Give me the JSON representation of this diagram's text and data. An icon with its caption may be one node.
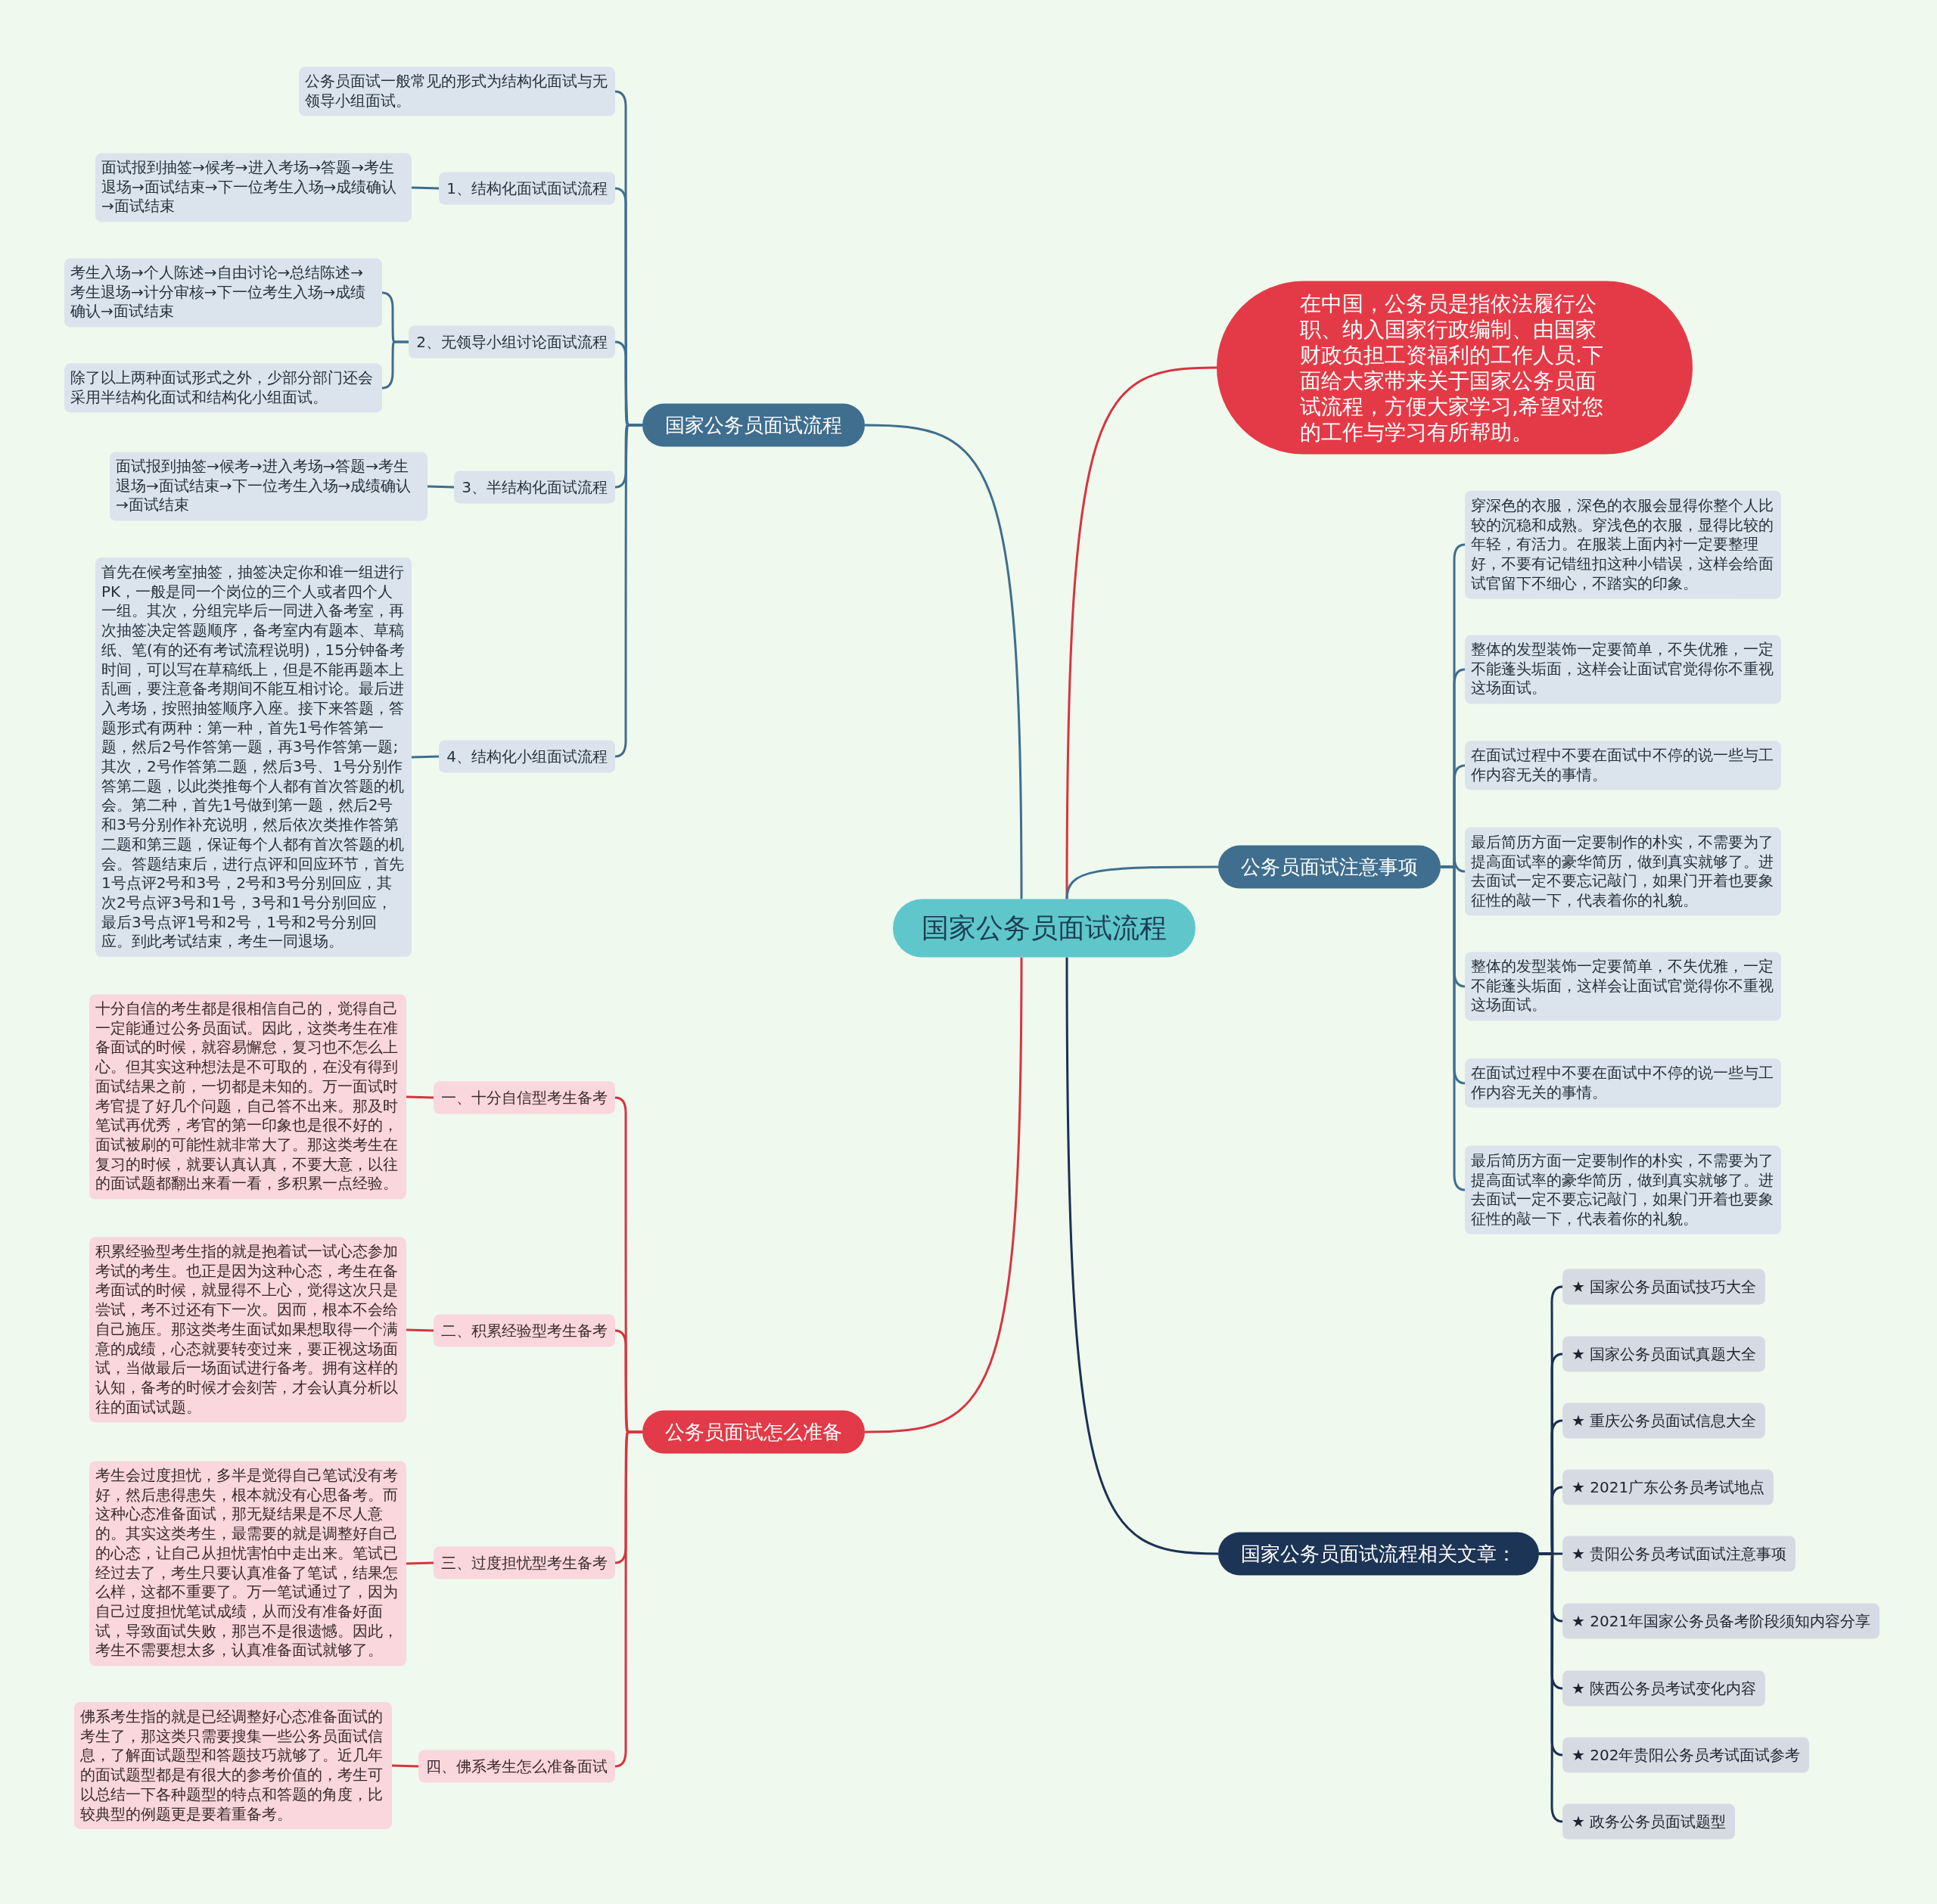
{
  "diagram": {
    "nodes": [
      {
        "text": [
          "国家公务员面试流程"
        ]
      },
      {
        "text": [
          "国家公务员面试流程"
        ]
      },
      {
        "text": [
          "公务员面试一般常见的形式为结构化面试与无领导小组面试。"
        ]
      },
      {
        "text": [
          "1、结构化面试面试流程"
        ]
      },
      {
        "text": [
          "面试报到抽签→候考→进入考场→答题→考生退场→面试结束→下一位考生入场→成绩确认→面试结束"
        ]
      },
      {
        "text": [
          "2、无领导小组讨论面试流程"
        ]
      },
      {
        "text": [
          "考生入场→个人陈述→自由讨论→总结陈述→考生退场→计分审核→下一位考生入场→成绩确认→面试结束"
        ]
      },
      {
        "text": [
          "除了以上两种面试形式之外，少部分部门还会采用半结构化面试和结构化小组面试。"
        ]
      },
      {
        "text": [
          "3、半结构化面试流程"
        ]
      },
      {
        "text": [
          "面试报到抽签→候考→进入考场→答题→考生退场→面试结束→下一位考生入场→成绩确认→面试结束"
        ]
      },
      {
        "text": [
          "4、结构化小组面试流程"
        ]
      },
      {
        "text": [
          "首先在候考室抽签，抽签决定你和谁一组进行PK，一般是同一个岗位的三个人或者四个人一组。其次，分组完毕后一同进入备考室，再次抽签决定答题顺序，备考室内有题本、草稿纸、笔(有的还有考试流程说明)，15分钟备考时间，可以写在草稿纸上，但是不能再题本上乱画，要注意备考期间不能互相讨论。最后进入考场，按照抽签顺序入座。接下来答题，答题形式有两种：第一种，首先1号作答第一题，然后2号作答第一题，再3号作答第一题;其次，2号作答第二题，然后3号、1号分别作答第二题，以此类推每个人都有首次答题的机会。第二种，首先1号做到第一题，然后2号和3号分别作补充说明，然后依次类推作答第二题和第三题，保证每个人都有首次答题的机会。答题结束后，进行点评和回应环节，首先1号点评2号和3号，2号和3号分别回应，其次2号点评3号和1号，3号和1号分别回应，最后3号点评1号和2号，1号和2号分别回应。到此考试结束，考生一同退场。"
        ]
      },
      {
        "text": [
          "在中国，公务员是指依法履行公职、纳入国家行政编制、由国家财政负担工资福利的工作人员.下面给大家带来关于国家公务员面试流程，方便大家学习,希望对您的工作与学习有所帮助。"
        ]
      },
      {
        "text": [
          "公务员面试注意事项"
        ]
      },
      {
        "text": [
          "穿深色的衣服，深色的衣服会显得你整个人比较的沉稳和成熟。穿浅色的衣服，显得比较的年轻，有活力。在服装上面内衬一定要整理好，不要有记错纽扣这种小错误，这样会给面试官留下不细心，不踏实的印象。"
        ]
      },
      {
        "text": [
          "整体的发型装饰一定要简单，不失优雅，一定不能蓬头垢面，这样会让面试官觉得你不重视这场面试。"
        ]
      },
      {
        "text": [
          "在面试过程中不要在面试中不停的说一些与工作内容无关的事情。"
        ]
      },
      {
        "text": [
          "最后简历方面一定要制作的朴实，不需要为了提高面试率的豪华简历，做到真实就够了。进去面试一定不要忘记敲门，如果门开着也要象征性的敲一下，代表着你的礼貌。"
        ]
      },
      {
        "text": [
          "整体的发型装饰一定要简单，不失优雅，一定不能蓬头垢面，这样会让面试官觉得你不重视这场面试。"
        ]
      },
      {
        "text": [
          "在面试过程中不要在面试中不停的说一些与工作内容无关的事情。"
        ]
      },
      {
        "text": [
          "最后简历方面一定要制作的朴实，不需要为了提高面试率的豪华简历，做到真实就够了。进去面试一定不要忘记敲门，如果门开着也要象征性的敲一下，代表着你的礼貌。"
        ]
      },
      {
        "text": [
          "公务员面试怎么准备"
        ]
      },
      {
        "text": [
          "一、十分自信型考生备考"
        ]
      },
      {
        "text": [
          "十分自信的考生都是很相信自己的，觉得自己一定能通过公务员面试。因此，这类考生在准备面试的时候，就容易懈怠，复习也不怎么上心。但其实这种想法是不可取的，在没有得到面试结果之前，一切都是未知的。万一面试时考官提了好几个问题，自己答不出来。那及时笔试再优秀，考官的第一印象也是很不好的，面试被刷的可能性就非常大了。那这类考生在复习的时候，就要认真认真，不要大意，以往的面试题都翻出来看一看，多积累一点经验。"
        ]
      },
      {
        "text": [
          "二、积累经验型考生备考"
        ]
      },
      {
        "text": [
          "积累经验型考生指的就是抱着试一试心态参加考试的考生。也正是因为这种心态，考生在备考面试的时候，就显得不上心，觉得这次只是尝试，考不过还有下一次。因而，根本不会给自己施压。那这类考生面试如果想取得一个满意的成绩，心态就要转变过来，要正视这场面试，当做最后一场面试进行备考。拥有这样的认知，备考的时候才会刻苦，才会认真分析以往的面试试题。"
        ]
      },
      {
        "text": [
          "三、过度担忧型考生备考"
        ]
      },
      {
        "text": [
          "考生会过度担忧，多半是觉得自己笔试没有考好，然后患得患失，根本就没有心思备考。而这种心态准备面试，那无疑结果是不尽人意的。其实这类考生，最需要的就是调整好自己的心态，让自己从担忧害怕中走出来。笔试已经过去了，考生只要认真准备了笔试，结果怎么样，这都不重要了。万一笔试通过了，因为自己过度担忧笔试成绩，从而没有准备好面试，导致面试失败，那岂不是很遗憾。因此，考生不需要想太多，认真准备面试就够了。"
        ]
      },
      {
        "text": [
          "四、佛系考生怎么准备面试"
        ]
      },
      {
        "text": [
          "佛系考生指的就是已经调整好心态准备面试的考生了，那这类只需要搜集一些公务员面试信息，了解面试题型和答题技巧就够了。近几年的面试题型都是有很大的参考价值的，考生可以总结一下各种题型的特点和答题的角度，比较典型的例题更是要着重备考。"
        ]
      },
      {
        "text": [
          "国家公务员面试流程相关文章："
        ]
      },
      {
        "text": [
          "★ 国家公务员面试技巧大全"
        ]
      },
      {
        "text": [
          "★ 国家公务员面试真题大全"
        ]
      },
      {
        "text": [
          "★ 重庆公务员面试信息大全"
        ]
      },
      {
        "text": [
          "★ 2021广东公务员考试地点"
        ]
      },
      {
        "text": [
          "★ 贵阳公务员考试面试注意事项"
        ]
      },
      {
        "text": [
          "★ 2021年国家公务员备考阶段须知内容分享"
        ]
      },
      {
        "text": [
          "★ 陕西公务员考试变化内容"
        ]
      },
      {
        "text": [
          "★ 202年贵阳公务员考试面试参考"
        ]
      },
      {
        "text": [
          "★ 政务公务员面试题型"
        ]
      }
    ],
    "edges": [
      {
        "from": 0,
        "to": 1,
        "arrow": "none"
      },
      {
        "from": 1,
        "to": 2,
        "arrow": "none"
      },
      {
        "from": 1,
        "to": 3,
        "arrow": "none"
      },
      {
        "from": 3,
        "to": 4,
        "arrow": "none"
      },
      {
        "from": 1,
        "to": 5,
        "arrow": "none"
      },
      {
        "from": 5,
        "to": 6,
        "arrow": "none"
      },
      {
        "from": 5,
        "to": 7,
        "arrow": "none"
      },
      {
        "from": 1,
        "to": 8,
        "arrow": "none"
      },
      {
        "from": 8,
        "to": 9,
        "arrow": "none"
      },
      {
        "from": 1,
        "to": 10,
        "arrow": "none"
      },
      {
        "from": 10,
        "to": 11,
        "arrow": "none"
      },
      {
        "from": 0,
        "to": 12,
        "arrow": "none",
        "color": "#d8343f"
      },
      {
        "from": 0,
        "to": 13,
        "arrow": "none"
      },
      {
        "from": 13,
        "to": 14,
        "arrow": "none"
      },
      {
        "from": 13,
        "to": 15,
        "arrow": "none"
      },
      {
        "from": 13,
        "to": 16,
        "arrow": "none"
      },
      {
        "from": 13,
        "to": 17,
        "arrow": "none"
      },
      {
        "from": 13,
        "to": 18,
        "arrow": "none"
      },
      {
        "from": 13,
        "to": 19,
        "arrow": "none"
      },
      {
        "from": 13,
        "to": 20,
        "arrow": "none"
      },
      {
        "from": 0,
        "to": 21,
        "arrow": "none",
        "color": "#d8343f"
      },
      {
        "from": 21,
        "to": 22,
        "arrow": "none",
        "color": "#d8343f"
      },
      {
        "from": 22,
        "to": 23,
        "arrow": "none",
        "color": "#d8343f"
      },
      {
        "from": 21,
        "to": 24,
        "arrow": "none",
        "color": "#d8343f"
      },
      {
        "from": 24,
        "to": 25,
        "arrow": "none",
        "color": "#d8343f"
      },
      {
        "from": 21,
        "to": 26,
        "arrow": "none",
        "color": "#d8343f"
      },
      {
        "from": 26,
        "to": 27,
        "arrow": "none",
        "color": "#d8343f"
      },
      {
        "from": 21,
        "to": 28,
        "arrow": "none",
        "color": "#d8343f"
      },
      {
        "from": 28,
        "to": 29,
        "arrow": "none",
        "color": "#d8343f"
      },
      {
        "from": 0,
        "to": 30,
        "arrow": "none",
        "color": "#1b3152"
      },
      {
        "from": 30,
        "to": 31,
        "arrow": "none",
        "color": "#1b3152"
      },
      {
        "from": 30,
        "to": 32,
        "arrow": "none",
        "color": "#1b3152"
      },
      {
        "from": 30,
        "to": 33,
        "arrow": "none",
        "color": "#1b3152"
      },
      {
        "from": 30,
        "to": 34,
        "arrow": "none",
        "color": "#1b3152"
      },
      {
        "from": 30,
        "to": 35,
        "arrow": "none",
        "color": "#1b3152"
      },
      {
        "from": 30,
        "to": 36,
        "arrow": "none",
        "color": "#1b3152"
      },
      {
        "from": 30,
        "to": 37,
        "arrow": "none",
        "color": "#1b3152"
      },
      {
        "from": 30,
        "to": 38,
        "arrow": "none",
        "color": "#1b3152"
      },
      {
        "from": 30,
        "to": 39,
        "arrow": "none",
        "color": "#1b3152"
      }
    ]
  }
}
